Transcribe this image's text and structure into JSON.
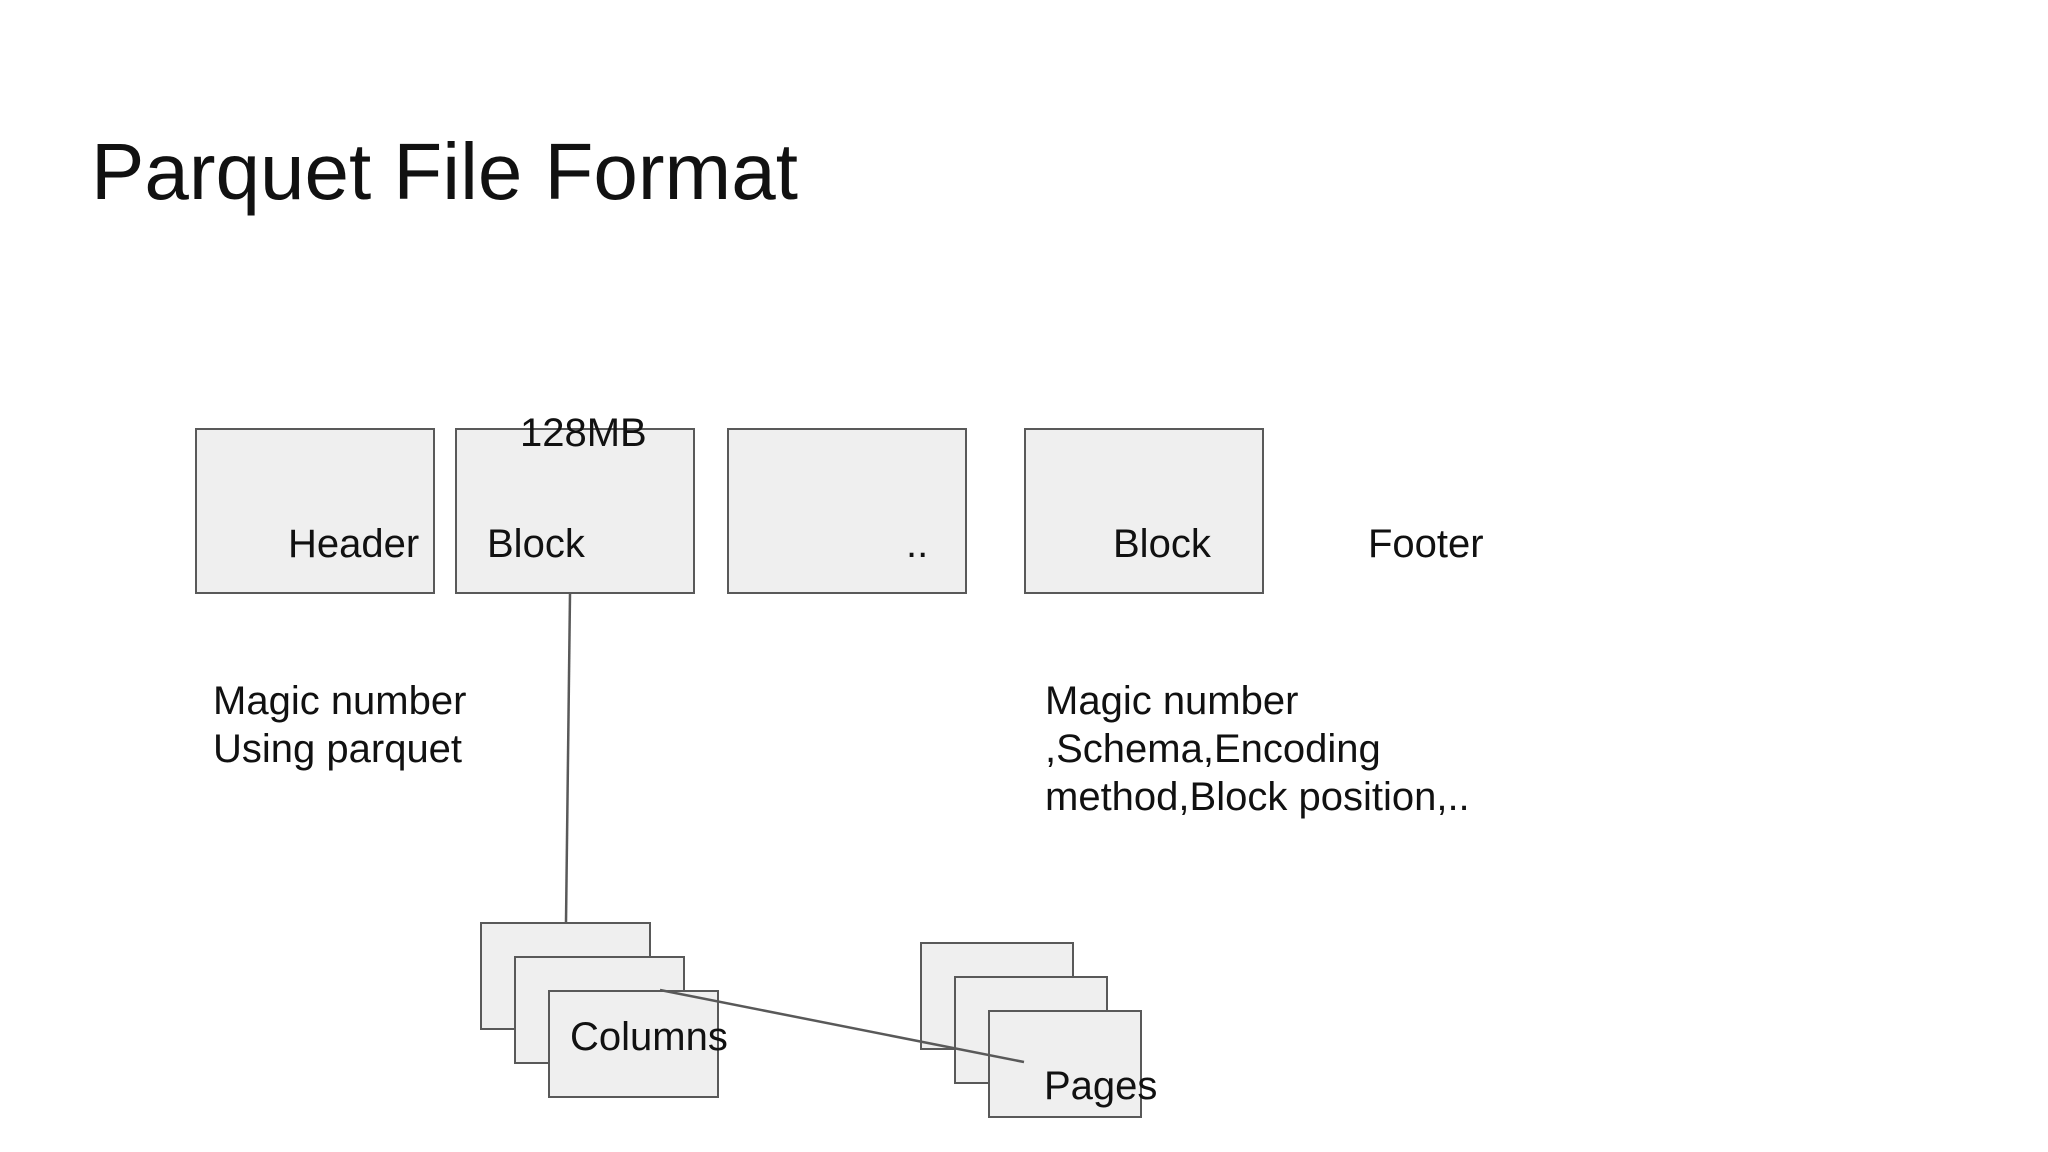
{
  "title": "Parquet File Format",
  "file_blocks": {
    "header": "Header",
    "block_first": "Block",
    "ellipsis": "..",
    "block_last": "Block",
    "footer": "Footer",
    "block_size": "128MB"
  },
  "notes": {
    "header_line1": "Magic number",
    "header_line2": "Using parquet",
    "footer_line1": "Magic number",
    "footer_line2": ",Schema,Encoding",
    "footer_line3": "method,Block position,.."
  },
  "stacks": {
    "columns": "Columns",
    "pages": "Pages"
  },
  "colors": {
    "box_fill": "#efefef",
    "box_border": "#595959",
    "text": "#111111"
  }
}
